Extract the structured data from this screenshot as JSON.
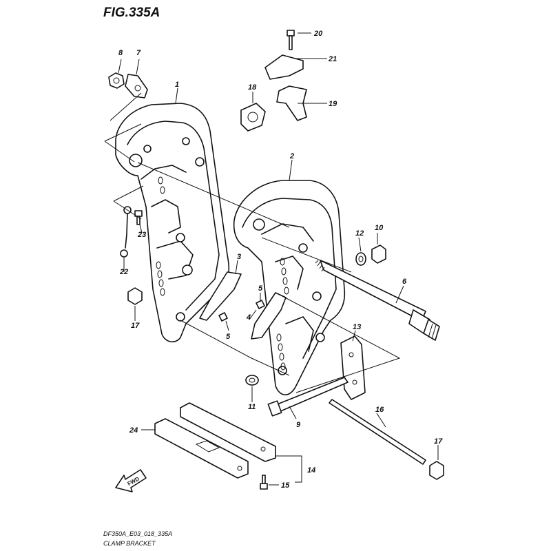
{
  "figure": {
    "title": "FIG.335A"
  },
  "footer": {
    "model_code": "DF350A_E03_018_335A",
    "caption": "CLAMP BRACKET"
  },
  "fwd_label": "FWD",
  "callouts": {
    "p1": "1",
    "p2": "2",
    "p3": "3",
    "p4": "4",
    "p5a": "5",
    "p5b": "5",
    "p6": "6",
    "p7": "7",
    "p8": "8",
    "p9": "9",
    "p10": "10",
    "p11": "11",
    "p12": "12",
    "p13": "13",
    "p14": "14",
    "p15": "15",
    "p16": "16",
    "p17a": "17",
    "p17b": "17",
    "p18": "18",
    "p19": "19",
    "p20": "20",
    "p21": "21",
    "p22": "22",
    "p23": "23",
    "p24": "24"
  }
}
